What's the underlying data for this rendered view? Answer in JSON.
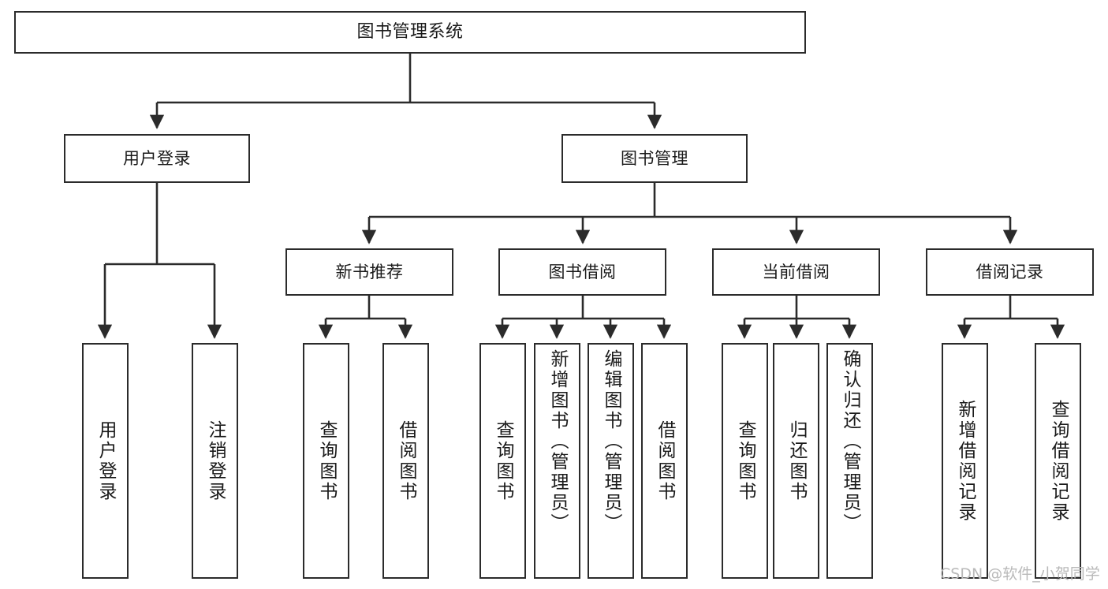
{
  "diagram": {
    "type": "tree-hierarchy-chart",
    "title": "图书管理系统",
    "stroke_color": "#2b2b2b",
    "text_color": "#1a1a1a",
    "background_color": "#ffffff",
    "nodes": {
      "root": {
        "label": "图书管理系统"
      },
      "level2": [
        {
          "id": "user-login",
          "label": "用户登录"
        },
        {
          "id": "book-manage",
          "label": "图书管理"
        }
      ],
      "level3": [
        {
          "id": "new-book-recommend",
          "label": "新书推荐"
        },
        {
          "id": "book-borrow",
          "label": "图书借阅"
        },
        {
          "id": "current-borrow",
          "label": "当前借阅"
        },
        {
          "id": "borrow-record",
          "label": "借阅记录"
        }
      ],
      "leaves_user_login": [
        {
          "id": "leaf-user-login",
          "label": "用户登录"
        },
        {
          "id": "leaf-logout",
          "label": "注销登录"
        }
      ],
      "leaves_new_book_recommend": [
        {
          "id": "leaf-query-book-1",
          "label": "查询图书"
        },
        {
          "id": "leaf-borrow-book-1",
          "label": "借阅图书"
        }
      ],
      "leaves_book_borrow": [
        {
          "id": "leaf-query-book-2",
          "label": "查询图书"
        },
        {
          "id": "leaf-add-book",
          "label": "新增图书（管理员）"
        },
        {
          "id": "leaf-edit-book",
          "label": "编辑图书（管理员）"
        },
        {
          "id": "leaf-borrow-book-2",
          "label": "借阅图书"
        }
      ],
      "leaves_current_borrow": [
        {
          "id": "leaf-query-book-3",
          "label": "查询图书"
        },
        {
          "id": "leaf-return-book",
          "label": "归还图书"
        },
        {
          "id": "leaf-confirm-return",
          "label": "确认归还（管理员）"
        }
      ],
      "leaves_borrow_record": [
        {
          "id": "leaf-add-borrow-record",
          "label": "新增借阅记录"
        },
        {
          "id": "leaf-query-borrow-record",
          "label": "查询借阅记录"
        }
      ]
    },
    "watermark": "CSDN @软件_小贺同学"
  }
}
